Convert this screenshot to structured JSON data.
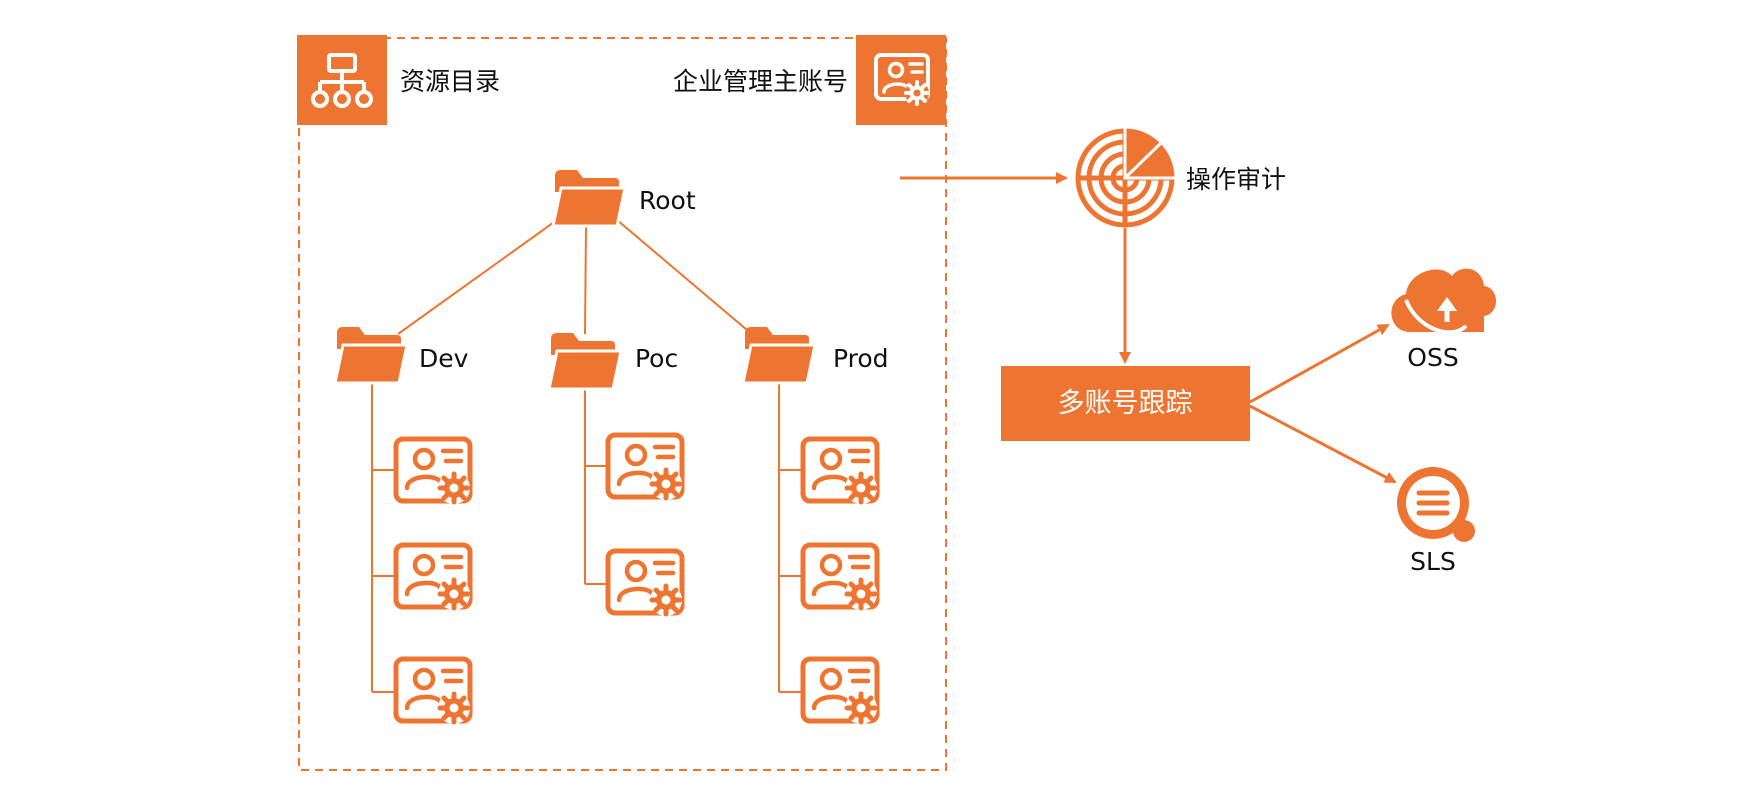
{
  "colors": {
    "accent": "#EE7531",
    "text": "#111111",
    "background": "#FFFFFF"
  },
  "directory": {
    "title": "资源目录",
    "title_icon": "hierarchy-icon",
    "master_account": "企业管理主账号",
    "master_icon": "account-settings-icon"
  },
  "tree": {
    "root": "Root",
    "folders": [
      {
        "label": "Dev",
        "account_count": 3
      },
      {
        "label": "Poc",
        "account_count": 2
      },
      {
        "label": "Prod",
        "account_count": 3
      }
    ],
    "folder_icon": "folder-icon",
    "account_icon": "account-settings-icon"
  },
  "audit": {
    "label": "操作审计",
    "icon": "radar-icon"
  },
  "tracking": {
    "label": "多账号跟踪"
  },
  "outputs": [
    {
      "label": "OSS",
      "icon": "cloud-upload-icon"
    },
    {
      "label": "SLS",
      "icon": "log-search-icon"
    }
  ]
}
